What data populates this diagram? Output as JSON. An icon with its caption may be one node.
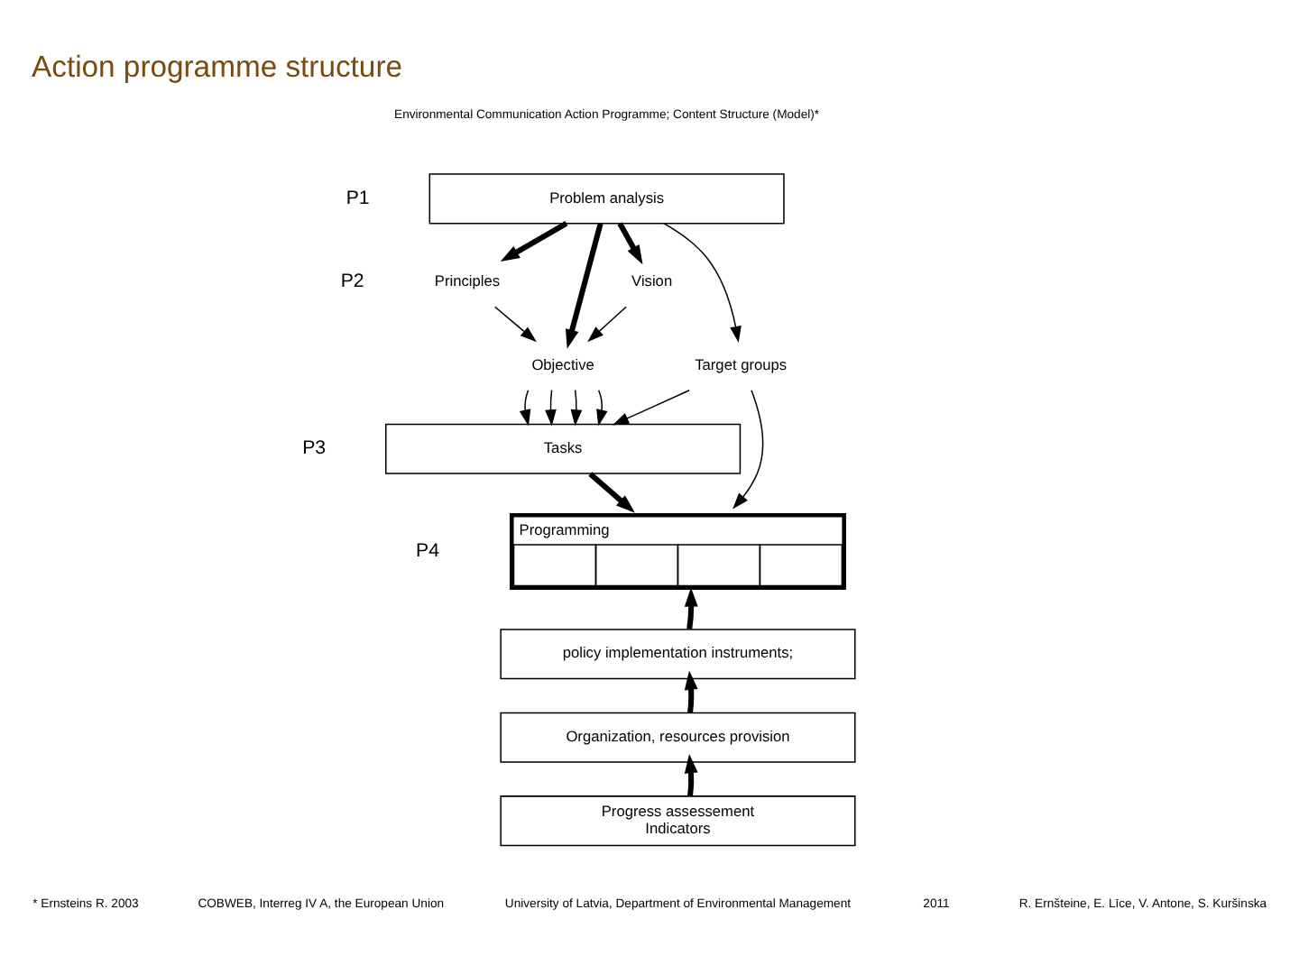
{
  "diagram": {
    "title": "Action programme structure",
    "nodes": [
      {
        "text": [
          "Problem analysis"
        ]
      },
      {
        "text": [
          "Principles"
        ]
      },
      {
        "text": [
          "Objective"
        ]
      },
      {
        "text": [
          "Vision"
        ]
      },
      {
        "text": [
          "Target groups"
        ]
      },
      {
        "text": [
          "Tasks"
        ]
      },
      {
        "text": [
          "Programming"
        ]
      },
      {
        "text": [
          "policy implementation instruments;"
        ]
      },
      {
        "text": [
          "Organization, resources provision"
        ]
      },
      {
        "text": [
          "Progress assessement",
          "Indicators"
        ]
      }
    ],
    "edges": [
      {
        "from": 0,
        "to": 1,
        "arrow": "to",
        "style": "thick"
      },
      {
        "from": 0,
        "to": 2,
        "arrow": "to",
        "style": "thick"
      },
      {
        "from": 0,
        "to": 3,
        "arrow": "to",
        "style": "thick"
      },
      {
        "from": 0,
        "to": 4,
        "arrow": "to"
      },
      {
        "from": 1,
        "to": 2,
        "arrow": "to"
      },
      {
        "from": 3,
        "to": 2,
        "arrow": "to"
      },
      {
        "from": 4,
        "to": 5,
        "arrow": "to"
      },
      {
        "from": 2,
        "to": 5,
        "arrow": "to"
      },
      {
        "from": 2,
        "to": 5,
        "arrow": "to"
      },
      {
        "from": 2,
        "to": 5,
        "arrow": "to"
      },
      {
        "from": 2,
        "to": 5,
        "arrow": "to"
      },
      {
        "from": 4,
        "to": 6,
        "arrow": "to"
      },
      {
        "from": 5,
        "to": 6,
        "arrow": "to",
        "style": "thick"
      },
      {
        "from": 7,
        "to": 6,
        "arrow": "to",
        "style": "thick"
      },
      {
        "from": 8,
        "to": 7,
        "arrow": "to",
        "style": "thick"
      },
      {
        "from": 9,
        "to": 8,
        "arrow": "to",
        "style": "thick"
      }
    ],
    "labels": [
      "Environmental Communication Action Programme; Content Structure (Model)*",
      "P1",
      "P2",
      "P3",
      "P4",
      "* Ernsteins R. 2003",
      "COBWEB, Interreg IV A, the European Union",
      "University of Latvia, Department of Environmental Management",
      "2011",
      "R. Ernšteine, E. Līce, V. Antone, S. Kuršinska"
    ]
  }
}
